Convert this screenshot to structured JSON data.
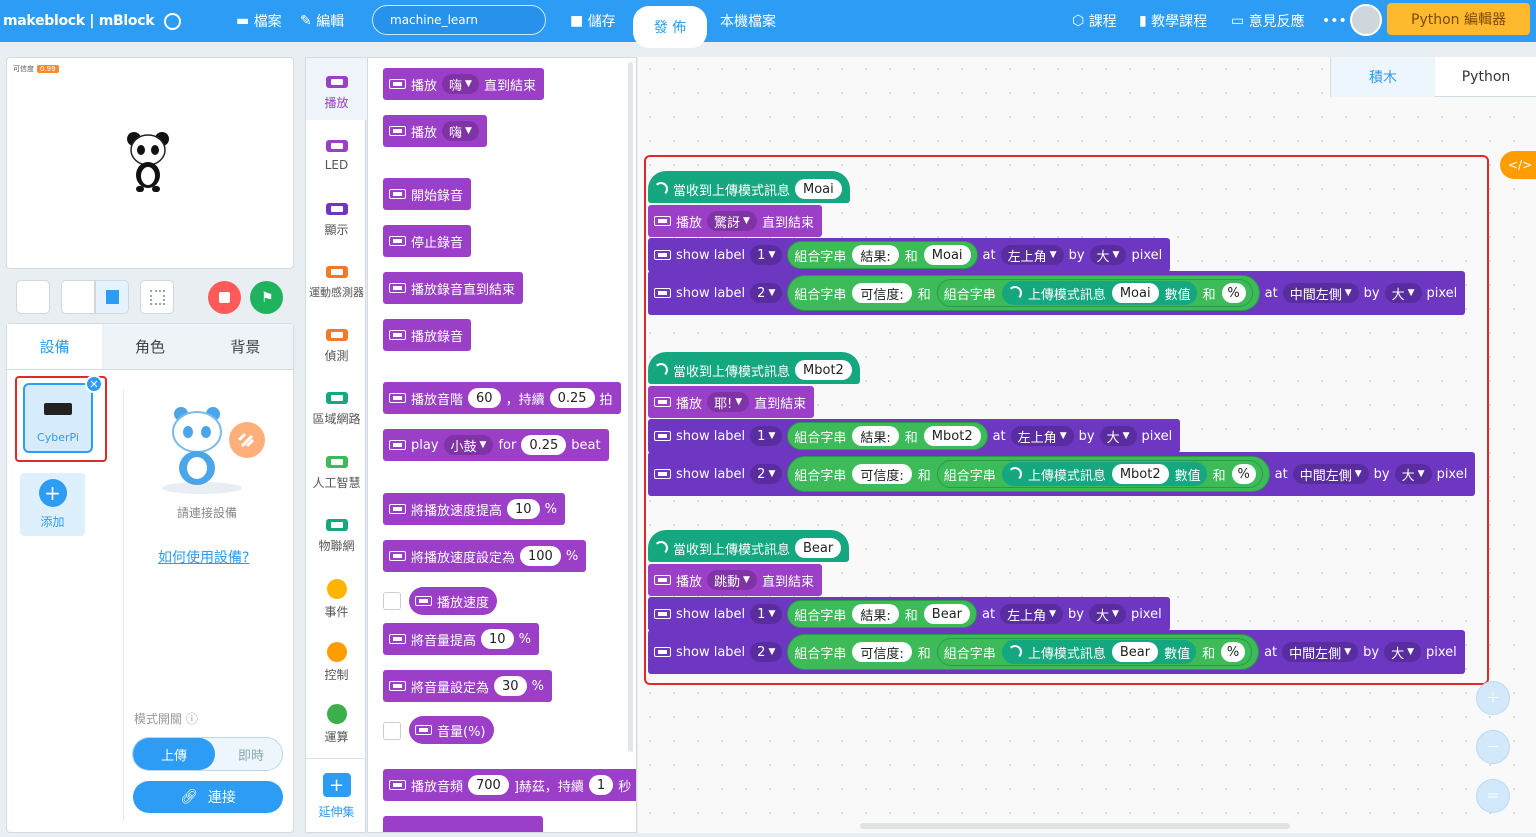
{
  "header": {
    "brand": "makeblock | mBlock",
    "menu_file": "檔案",
    "menu_edit": "編輯",
    "project_name": "machine_learn",
    "save": "儲存",
    "publish": "發 佈",
    "local_file": "本機檔案",
    "course": "課程",
    "tutorial": "教學課程",
    "feedback": "意見反應",
    "more": "•••",
    "python_editor": "Python 編輯器"
  },
  "stage": {
    "confidence_label": "可信度",
    "confidence_value": "0.99"
  },
  "sprite_panel": {
    "tabs": [
      "設備",
      "角色",
      "背景"
    ],
    "device_name": "CyberPi",
    "add_label": "添加",
    "connect_hint": "請連接設備",
    "help_link": "如何使用設備?",
    "mode_label": "模式開關",
    "mode_upload": "上傳",
    "mode_live": "即時",
    "connect_button": "連接"
  },
  "categories": [
    {
      "label": "播放",
      "color": "#9b3fc8"
    },
    {
      "label": "LED",
      "color": "#9b3fc8"
    },
    {
      "label": "顯示",
      "color": "#6d37c2"
    },
    {
      "label": "運動感測器",
      "color": "#f07a2a"
    },
    {
      "label": "偵測",
      "color": "#f07a2a"
    },
    {
      "label": "區域網路",
      "color": "#15a77f"
    },
    {
      "label": "人工智慧",
      "color": "#3dbb59"
    },
    {
      "label": "物聯網",
      "color": "#15a77f"
    },
    {
      "label": "事件",
      "color": "#ffb400"
    },
    {
      "label": "控制",
      "color": "#ff9d00"
    },
    {
      "label": "運算",
      "color": "#3bb04a"
    },
    {
      "label": "延伸集",
      "color": "#2d9cf4"
    }
  ],
  "palette": {
    "p1": [
      "播放",
      "嗨",
      "直到結束"
    ],
    "p2": [
      "播放",
      "嗨"
    ],
    "p3": "開始錄音",
    "p4": "停止錄音",
    "p5": "播放錄音直到結束",
    "p6": "播放錄音",
    "p7": [
      "播放音階",
      "60",
      "，持續",
      "0.25",
      "拍"
    ],
    "p8": [
      "play",
      "小鼓",
      "for",
      "0.25",
      "beat"
    ],
    "p9": [
      "將播放速度提高",
      "10",
      "%"
    ],
    "p10": [
      "將播放速度設定為",
      "100",
      "%"
    ],
    "p11": "播放速度",
    "p12": [
      "將音量提高",
      "10",
      "%"
    ],
    "p13": [
      "將音量設定為",
      "30",
      "%"
    ],
    "p14": "音量(%)",
    "p15": [
      "播放音頻",
      "700",
      "]赫茲，持續",
      "1",
      "秒"
    ]
  },
  "workspace": {
    "tab_blocks": "積木",
    "tab_python": "Python",
    "scripts": [
      {
        "msg": "Moai",
        "sound": "驚訝",
        "emote": "Moai"
      },
      {
        "msg": "Mbot2",
        "sound": "耶!",
        "emote": "Mbot2"
      },
      {
        "msg": "Bear",
        "sound": "跳動",
        "emote": "Bear"
      }
    ],
    "t_when": "當收到上傳模式訊息",
    "t_play": "播放",
    "t_until": "直到結束",
    "t_show": "show label",
    "t_1": "1",
    "t_2": "2",
    "t_join": "組合字串",
    "t_result": "結果:",
    "t_and": "和",
    "t_at": "at",
    "t_topleft": "左上角",
    "t_by": "by",
    "t_big": "大",
    "t_pixel": "pixel",
    "t_conf": "可信度:",
    "t_upmsg": "上傳模式訊息",
    "t_value": "數值",
    "t_pct": "%",
    "t_midleft": "中間左側"
  }
}
